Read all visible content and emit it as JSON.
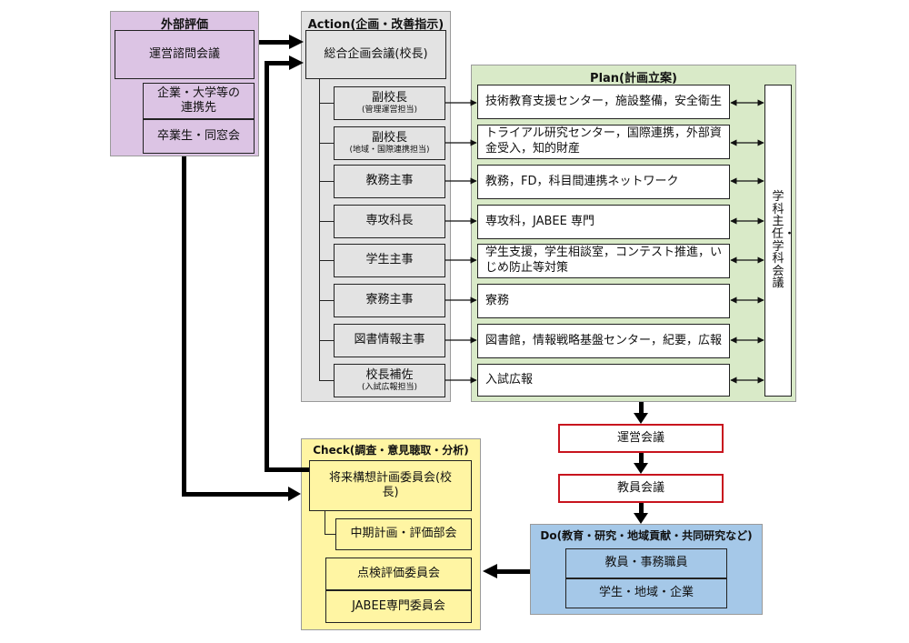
{
  "external": {
    "title": "外部評価",
    "council": "運営諮問会議",
    "partners": "企業・大学等の連携先",
    "alumni": "卒業生・同窓会"
  },
  "action": {
    "title": "Action(企画・改善指示)",
    "head": "総合企画会議(校長)",
    "roles": [
      {
        "name": "副校長",
        "sub": "(管理運営担当)"
      },
      {
        "name": "副校長",
        "sub": "(地域・国際連携担当)"
      },
      {
        "name": "教務主事",
        "sub": ""
      },
      {
        "name": "専攻科長",
        "sub": ""
      },
      {
        "name": "学生主事",
        "sub": ""
      },
      {
        "name": "寮務主事",
        "sub": ""
      },
      {
        "name": "図書情報主事",
        "sub": ""
      },
      {
        "name": "校長補佐",
        "sub": "(入試広報担当)"
      }
    ]
  },
  "plan": {
    "title": "Plan(計画立案)",
    "items": [
      "技術教育支援センター，施設整備，安全衛生",
      "トライアル研究センター，国際連携，外部資金受入，知的財産",
      "教務，FD，科目間連携ネットワーク",
      "専攻科，JABEE 専門",
      "学生支援，学生相談室，コンテスト推進，いじめ防止等対策",
      "寮務",
      "図書館，情報戦略基盤センター，紀要，広報",
      "入試広報"
    ],
    "chair": "学科主任・学科会議"
  },
  "flow": {
    "management": "運営会議",
    "faculty": "教員会議"
  },
  "do": {
    "title": "Do(教育・研究・地域貢献・共同研究など)",
    "staff": "教員・事務職員",
    "community": "学生・地域・企業"
  },
  "check": {
    "title": "Check(調査・意見聴取・分析)",
    "future": "将来構想計画委員会(校長)",
    "midterm": "中期計画・評価部会",
    "inspection": "点検評価委員会",
    "jabee": "JABEE専門委員会"
  },
  "colors": {
    "external": "#dcc4e4",
    "action": "#e3e3e3",
    "plan": "#d9eac8",
    "check": "#fff5a3",
    "do": "#a5c8e8",
    "meeting_border": "#c8141e"
  }
}
